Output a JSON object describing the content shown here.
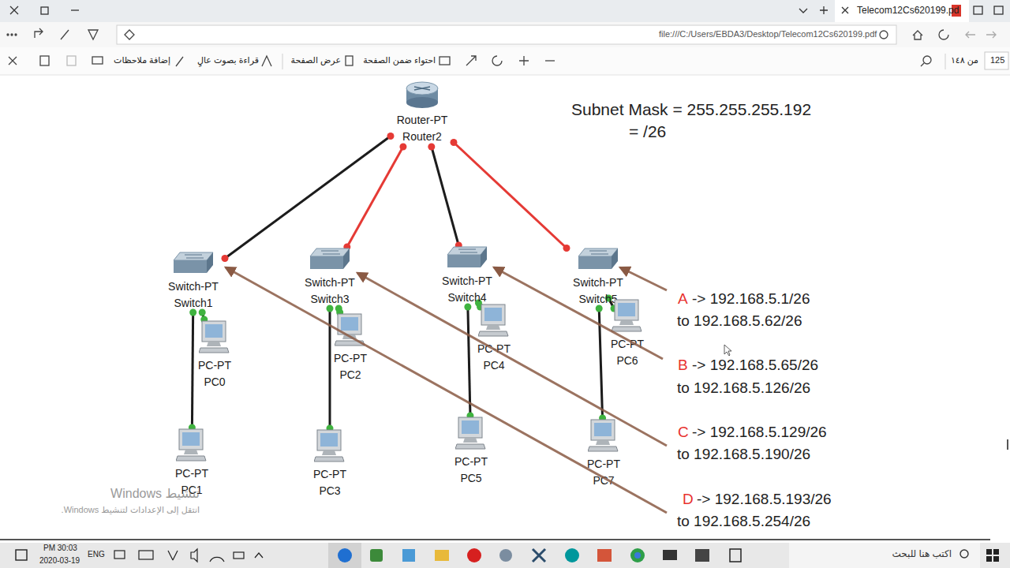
{
  "diagram": {
    "nodes": [
      {
        "text": [
          "Router-PT Router2"
        ]
      },
      {
        "text": [
          "Switch-PT Switch1"
        ]
      },
      {
        "text": [
          "PC-PT PC0"
        ]
      },
      {
        "text": [
          "PC-PT PC1"
        ]
      },
      {
        "text": [
          "Switch-PT Switch3"
        ]
      },
      {
        "text": [
          "PC-PT PC2"
        ]
      },
      {
        "text": [
          "PC-PT PC3"
        ]
      },
      {
        "text": [
          "Switch-PT Switch4"
        ]
      },
      {
        "text": [
          "PC-PT PC4"
        ]
      },
      {
        "text": [
          "PC-PT PC5"
        ]
      },
      {
        "text": [
          "Switch-PT Switch5"
        ]
      },
      {
        "text": [
          "PC-PT PC6"
        ]
      },
      {
        "text": [
          "PC-PT PC7"
        ]
      }
    ],
    "edges": [
      {
        "from": 0,
        "to": 1,
        "arrow": "none"
      },
      {
        "from": 0,
        "to": 4,
        "arrow": "none"
      },
      {
        "from": 0,
        "to": 7,
        "arrow": "none"
      },
      {
        "from": 0,
        "to": 10,
        "arrow": "none"
      },
      {
        "from": 1,
        "to": 2,
        "arrow": "none"
      },
      {
        "from": 1,
        "to": 3,
        "arrow": "none"
      },
      {
        "from": 4,
        "to": 5,
        "arrow": "none"
      },
      {
        "from": 4,
        "to": 6,
        "arrow": "none"
      },
      {
        "from": 7,
        "to": 8,
        "arrow": "none"
      },
      {
        "from": 7,
        "to": 9,
        "arrow": "none"
      },
      {
        "from": 10,
        "to": 11,
        "arrow": "none"
      },
      {
        "from": 10,
        "to": 12,
        "arrow": "none"
      }
    ],
    "labels": [
      "Subnet Mask = 255.255.255.192",
      "= /26",
      "A",
      "-> 192.168.5.1/26",
      "to 192.168.5.62/26",
      "B",
      "-> 192.168.5.65/26",
      "to 192.168.5.126/26",
      "C",
      "-> 192.168.5.129/26",
      "to 192.168.5.190/26",
      "D",
      "-> 192.168.5.193/26",
      "to 192.168.5.254/26",
      "تنشيط Windows",
      "انتقل إلى الإعدادات لتنشيط Windows.",
      "Telecom12Cs620199.pd",
      "file:///C:/Users/EBDA3/Desktop/Telecom12Cs620199.pdf",
      "إضافة ملاحظات",
      "قراءة بصوت عالٍ",
      "عرض الصفحة",
      "احتواء ضمن الصفحة",
      "من ١٤٨",
      "125",
      "PM 30:03",
      "2020-03-19",
      "ENG",
      "اكتب هنا للبحث"
    ]
  }
}
